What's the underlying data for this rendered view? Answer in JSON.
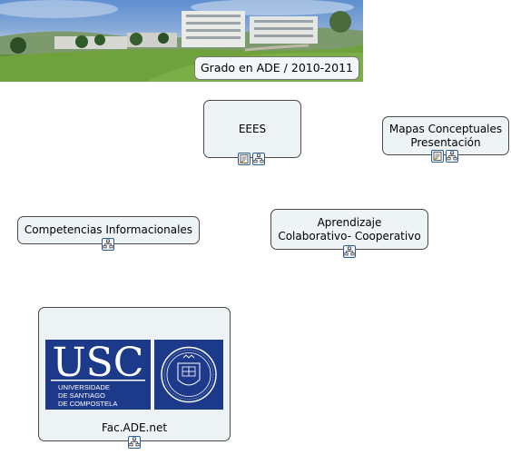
{
  "banner": {
    "title": "Grado en ADE / 2010-2011"
  },
  "nodes": {
    "eees": {
      "label": "EEES"
    },
    "mapas": {
      "label": "Mapas Conceptuales\nPresentación"
    },
    "competencias": {
      "label": "Competencias Informacionales"
    },
    "aprendizaje": {
      "label": "Aprendizaje\nColaborativo- Cooperativo"
    },
    "facade": {
      "label": "Fac.ADE.net"
    }
  },
  "logo": {
    "main": "USC",
    "line1": "UNIVERSIDADE",
    "line2": "DE SANTIAGO",
    "line3": "DE COMPOSTELA"
  },
  "icons": {
    "document": "document-icon",
    "concept_map": "concept-map-icon"
  },
  "colors": {
    "node_bg": "#eef3f6",
    "usc_blue": "#1d3a8a",
    "icon_border": "#2d5f95"
  }
}
